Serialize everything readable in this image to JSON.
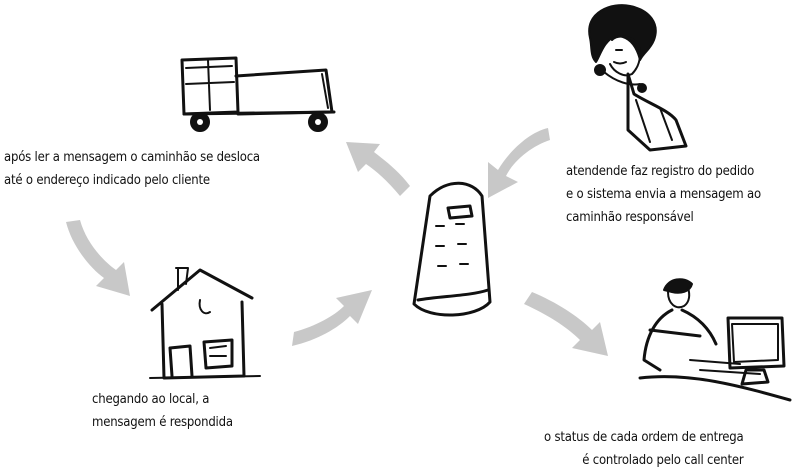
{
  "captions": {
    "truck": [
      "após ler a mensagem o caminhão se desloca",
      "até o endereço indicado pelo cliente"
    ],
    "operator": [
      "atendende faz registro do pedido",
      "e o sistema envia a mensagem ao",
      "caminhão responsável"
    ],
    "house": [
      "chegando ao local, a",
      "mensagem é respondida"
    ],
    "status": [
      "o status de cada ordem de entrega",
      "é controlado pelo call center"
    ]
  },
  "colors": {
    "ink": "#111111",
    "arrow": "#c8c8c8",
    "background": "#ffffff"
  },
  "icons": [
    "truck-icon",
    "operator-icon",
    "pager-device-icon",
    "house-icon",
    "computer-user-icon"
  ]
}
